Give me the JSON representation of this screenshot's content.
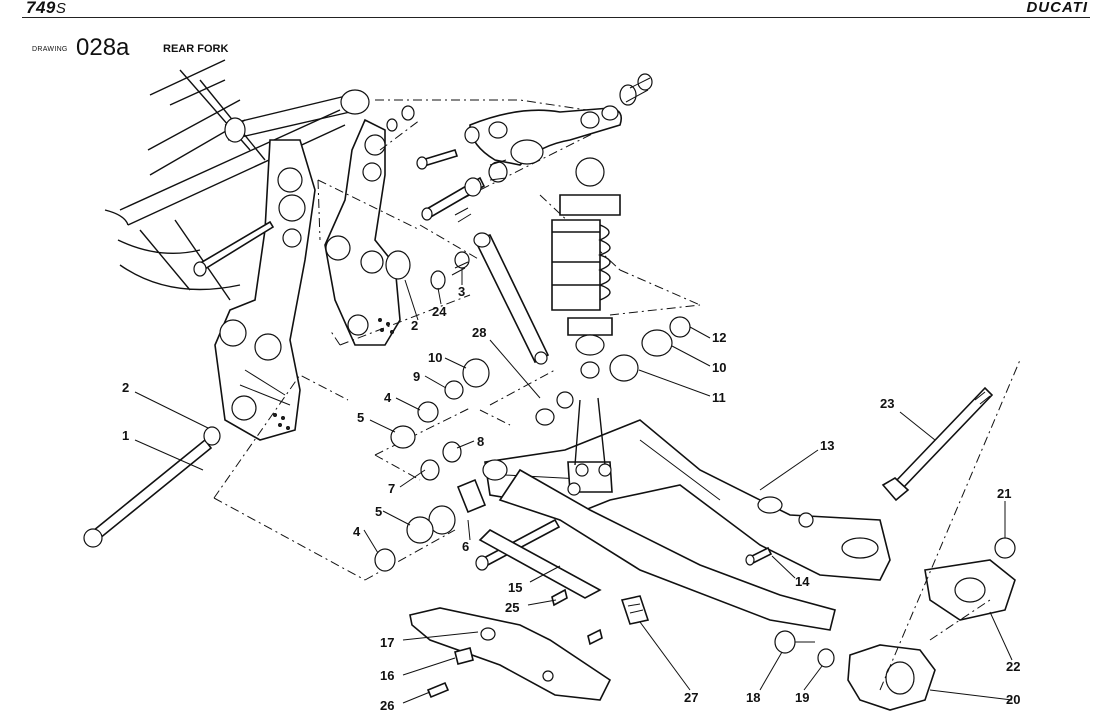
{
  "header": {
    "model": "749",
    "model_suffix": "S",
    "brand": "DUCATI"
  },
  "drawing": {
    "label": "DRAWING",
    "number": "028a",
    "title": "REAR FORK"
  },
  "callouts": [
    "1",
    "2",
    "2",
    "3",
    "4",
    "4",
    "5",
    "5",
    "6",
    "7",
    "8",
    "9",
    "10",
    "10",
    "11",
    "12",
    "13",
    "14",
    "15",
    "16",
    "17",
    "18",
    "19",
    "20",
    "21",
    "22",
    "23",
    "24",
    "25",
    "26",
    "27",
    "28"
  ]
}
